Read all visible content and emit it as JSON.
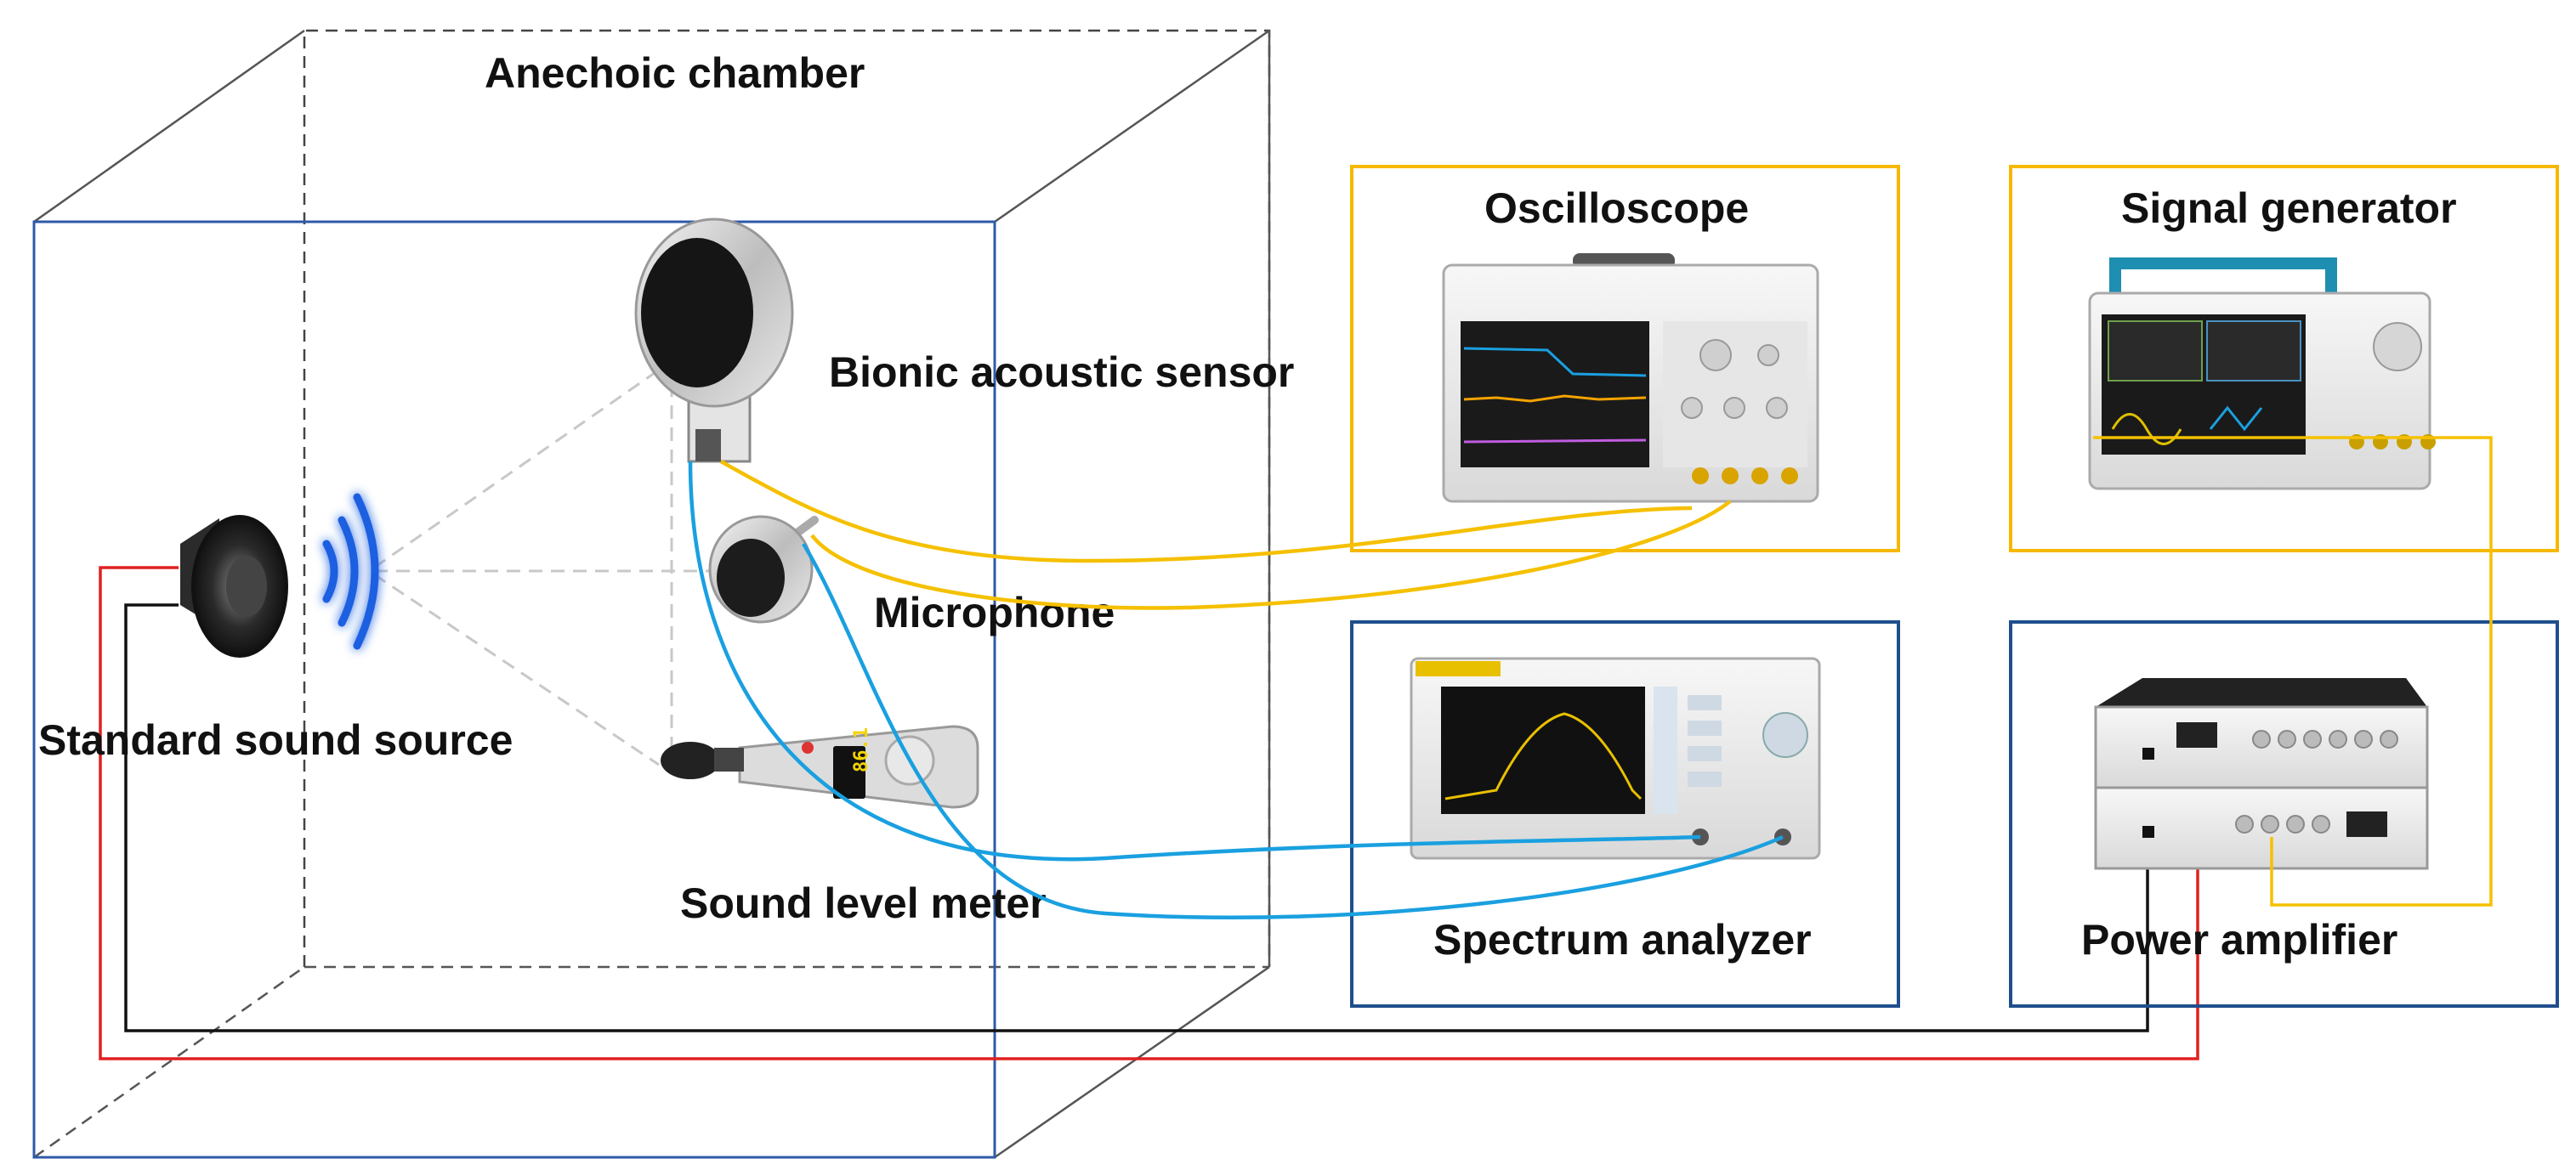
{
  "labels": {
    "chamber": "Anechoic chamber",
    "bionic_sensor": "Bionic acoustic sensor",
    "microphone": "Microphone",
    "sound_level_meter": "Sound level meter",
    "sound_source": "Standard sound source",
    "oscilloscope": "Oscilloscope",
    "signal_generator": "Signal generator",
    "spectrum_analyzer": "Spectrum analyzer",
    "power_amplifier": "Power amplifier"
  },
  "meter_reading": "86.1",
  "colors": {
    "yellow_box": "#f5b800",
    "blue_box": "#1f4e8c",
    "yellow_cable": "#f5c000",
    "blue_cable": "#1aa0e0",
    "red_wire": "#e02020",
    "black_wire": "#111111",
    "sound_wave": "#1c5fe0"
  }
}
